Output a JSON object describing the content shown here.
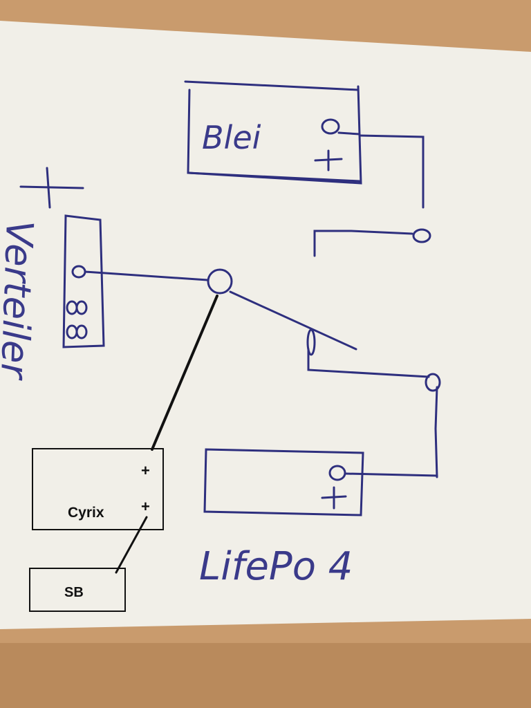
{
  "colors": {
    "desk": "#c89a6c",
    "paper": "#f2f0ea",
    "ink": "#2e2f7e",
    "typed": "#111111"
  },
  "labels": {
    "blei": "Blei",
    "blei_minus": "0",
    "blei_plus": "+",
    "verteiler": "Verteiler",
    "verteiler_plus": "+",
    "lifepo": "LifePo 4",
    "lifepo_minus": "0",
    "lifepo_plus": "+",
    "cyrix": "Cyrix",
    "cyrix_plus_top": "+",
    "cyrix_plus_bottom": "+",
    "sb": "SB"
  }
}
